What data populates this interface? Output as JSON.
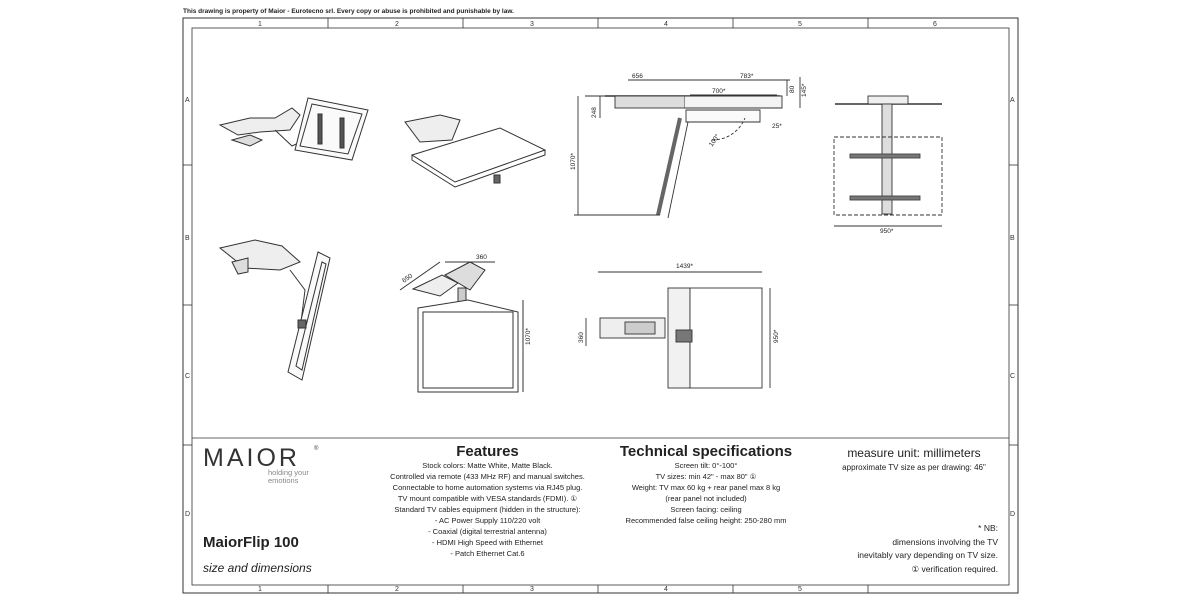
{
  "notice": "This drawing is property of Maior - Eurotecno srl. Every copy or abuse is prohibited and punishable by law.",
  "grid": {
    "columns": [
      "1",
      "2",
      "3",
      "4",
      "5",
      "6"
    ],
    "rows": [
      "A",
      "B",
      "C",
      "D"
    ]
  },
  "dimensions": {
    "top_side_view": [
      "656",
      "783*",
      "700*",
      "80",
      "145*",
      "248",
      "1070*",
      "100°",
      "25*"
    ],
    "front_view": [
      "950*"
    ],
    "perspective_view": [
      "650",
      "360",
      "1070*"
    ],
    "top_plan_view": [
      "1439*",
      "360",
      "950*"
    ]
  },
  "brand": {
    "logo": "MAIOR",
    "logo_mark": "®",
    "tagline": "holding your emotions"
  },
  "product": {
    "name": "MaiorFlip 100",
    "subtitle": "size and dimensions"
  },
  "features": {
    "title": "Features",
    "lines": [
      "Stock colors: Matte White, Matte Black.",
      "Controlled via remote (433 MHz RF) and manual switches.",
      "Connectable to home automation systems via RJ45 plug.",
      "TV mount compatible with VESA standards (FDMI). ①",
      "Standard TV cables equipment (hidden in the structure):",
      "- AC Power Supply 110/220 volt",
      "- Coaxial (digital terrestrial antenna)",
      "- HDMI High Speed with Ethernet",
      "- Patch Ethernet Cat.6"
    ]
  },
  "specs": {
    "title": "Technical specifications",
    "lines": [
      "Screen tilt: 0°-100°",
      "TV sizes: min 42\" - max 80\" ①",
      "Weight: TV max 60 kg + rear panel max 8 kg",
      "(rear panel not included)",
      "Screen facing: ceiling",
      "Recommended false ceiling height: 250-280 mm"
    ]
  },
  "measure": {
    "unit": "measure unit: millimeters",
    "tv_size": "approximate TV size as per drawing: 46\""
  },
  "nb": {
    "title": "* NB:",
    "lines": [
      "dimensions involving the TV",
      "inevitably vary depending on TV size.",
      "① verification required."
    ]
  }
}
